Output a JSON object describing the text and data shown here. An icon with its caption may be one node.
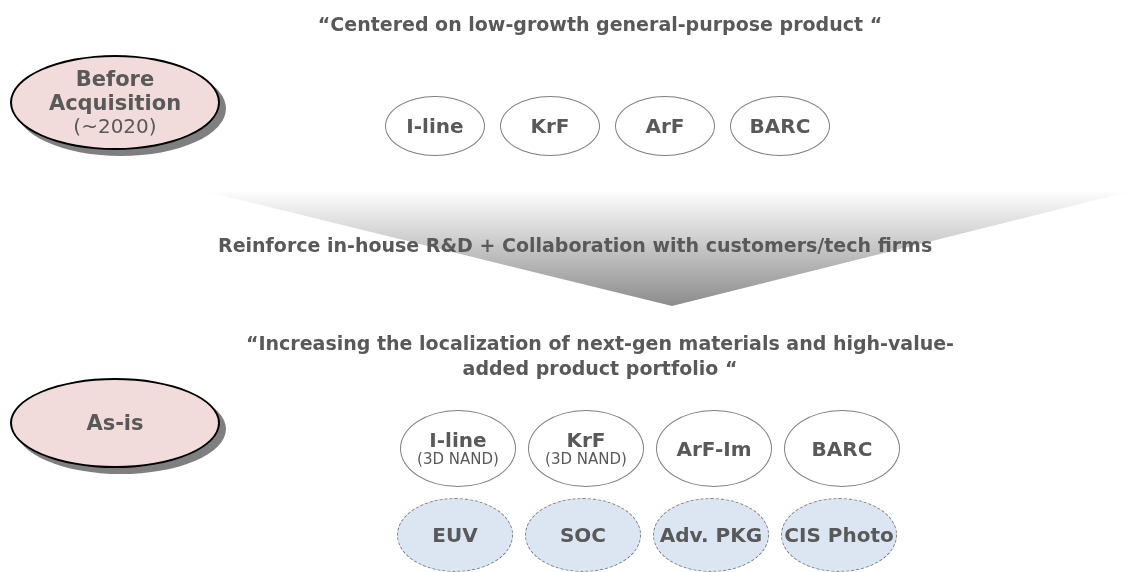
{
  "diagram": {
    "nodes": [
      {
        "text": [
          "Before Acquisition",
          "(~2020)"
        ]
      },
      {
        "text": [
          "“Centered on low-growth general-purpose product “"
        ]
      },
      {
        "text": [
          "I-line"
        ]
      },
      {
        "text": [
          "KrF"
        ]
      },
      {
        "text": [
          "ArF"
        ]
      },
      {
        "text": [
          "BARC"
        ]
      },
      {
        "text": [
          "“Increasing the localization of next-gen materials and high-value-added product portfolio “"
        ]
      },
      {
        "text": [
          "As-is"
        ]
      },
      {
        "text": [
          "I-line",
          "(3D NAND)"
        ]
      },
      {
        "text": [
          "KrF",
          "(3D NAND)"
        ]
      },
      {
        "text": [
          "ArF-Im"
        ]
      },
      {
        "text": [
          "BARC"
        ]
      },
      {
        "text": [
          "EUV"
        ]
      },
      {
        "text": [
          "SOC"
        ]
      },
      {
        "text": [
          "Adv. PKG"
        ]
      },
      {
        "text": [
          "CIS Photo"
        ]
      }
    ],
    "edges": [],
    "labels": [
      "Reinforce in-house R&D + Collaboration with customers/tech firms"
    ]
  }
}
